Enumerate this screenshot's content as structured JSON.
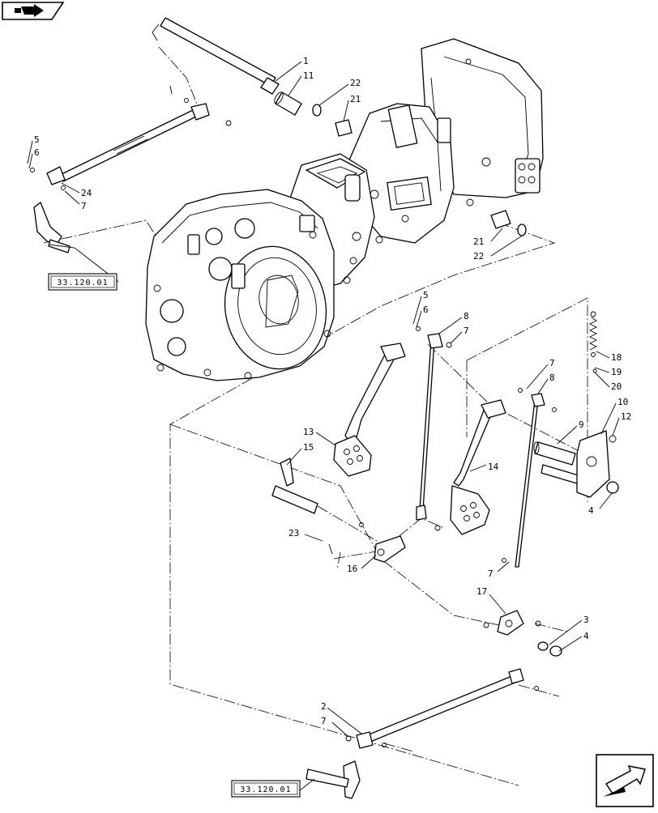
{
  "references": {
    "left_upper": "33.120.01",
    "left_lower": "33.120.01"
  },
  "callouts": {
    "n1": "1",
    "n11": "11",
    "n22a": "22",
    "n21a": "21",
    "n5a": "5",
    "n6a": "6",
    "n24": "24",
    "n7a": "7",
    "n21b": "21",
    "n22b": "22",
    "n5b": "5",
    "n6b": "6",
    "n8a": "8",
    "n7b": "7",
    "n18": "18",
    "n19": "19",
    "n20": "20",
    "n7c": "7",
    "n8b": "8",
    "n10": "10",
    "n12": "12",
    "n9": "9",
    "n13": "13",
    "n15": "15",
    "n14": "14",
    "n4a": "4",
    "n23": "23",
    "n16": "16",
    "n7d": "7",
    "n17": "17",
    "n3": "3",
    "n4b": "4",
    "n2": "2",
    "n7e": "7"
  }
}
